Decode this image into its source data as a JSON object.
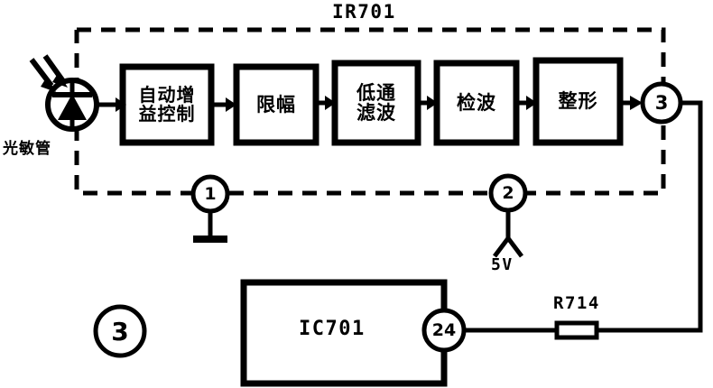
{
  "diagram": {
    "figure_number": "3",
    "module_label": "IR701",
    "ic_label": "IC701",
    "resistor_label": "R714",
    "supply_label": "5V",
    "sensor_label": "光敏管",
    "blocks": [
      {
        "id": "agc",
        "lines": [
          "自动增",
          "益控制"
        ]
      },
      {
        "id": "limiter",
        "lines": [
          "限幅"
        ]
      },
      {
        "id": "lpf",
        "lines": [
          "低通",
          "滤波"
        ]
      },
      {
        "id": "detector",
        "lines": [
          "检波"
        ]
      },
      {
        "id": "shaper",
        "lines": [
          "整形"
        ]
      }
    ],
    "pins": [
      {
        "id": "pin1",
        "number": "1"
      },
      {
        "id": "pin2",
        "number": "2"
      },
      {
        "id": "pin3",
        "number": "3"
      },
      {
        "id": "pin24",
        "number": "24"
      }
    ],
    "icons": {
      "photodiode": "photodiode-icon",
      "light-rays": "light-rays-icon",
      "ground": "ground-icon",
      "supply": "supply-arrow-icon",
      "resistor": "resistor-icon"
    },
    "colors": {
      "ink": "#000000",
      "paper": "#ffffff"
    }
  }
}
